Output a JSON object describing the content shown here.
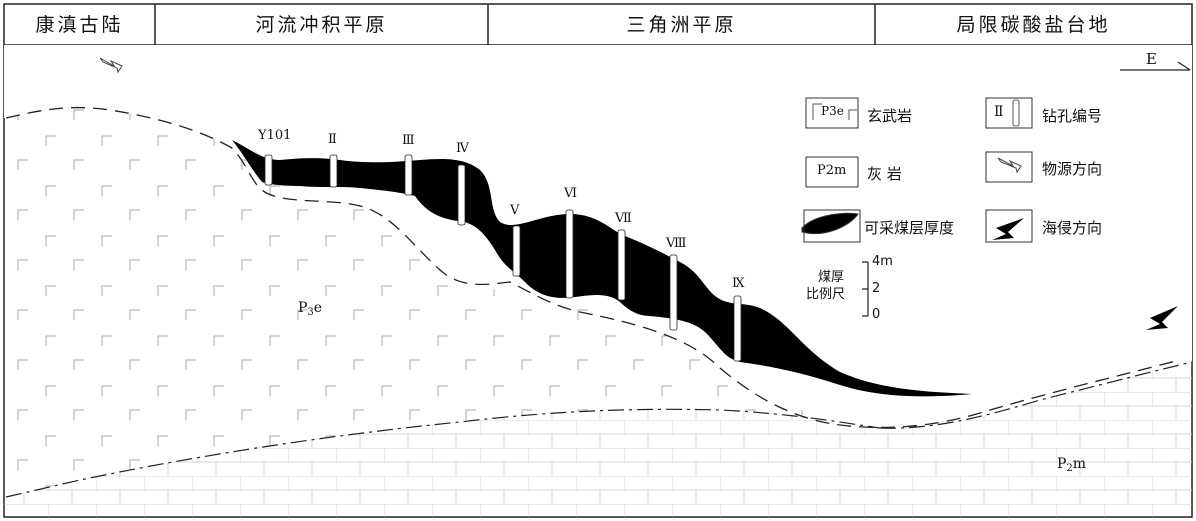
{
  "header": {
    "regions": [
      "康滇古陆",
      "河流冲积平原",
      "三角洲平原",
      "局限碳酸盐台地"
    ]
  },
  "direction": {
    "label": "E"
  },
  "wells": [
    "Y101",
    "Ⅱ",
    "Ⅲ",
    "Ⅳ",
    "Ⅴ",
    "Ⅵ",
    "Ⅶ",
    "Ⅷ",
    "Ⅸ"
  ],
  "formations": {
    "basalt": {
      "code": "P",
      "sub": "3",
      "suffix": "e"
    },
    "limestone": {
      "code": "P",
      "sub": "2",
      "suffix": "m"
    }
  },
  "legend": {
    "basalt": {
      "symbol": "P3e",
      "label": "玄武岩"
    },
    "limestone": {
      "symbol": "P2m",
      "label": "灰 岩"
    },
    "coal": {
      "label": "可采煤层厚度"
    },
    "well": {
      "symbol": "Ⅱ",
      "label": "钻孔编号"
    },
    "source": {
      "label": "物源方向"
    },
    "transgression": {
      "label": "海侵方向"
    }
  },
  "scale": {
    "title_line1": "煤厚",
    "title_line2": "比例尺",
    "ticks": [
      "4m",
      "2",
      "0"
    ]
  },
  "colors": {
    "ink": "#111111",
    "line": "#222222",
    "grid": "#bbbbbb",
    "coal": "#000000"
  }
}
